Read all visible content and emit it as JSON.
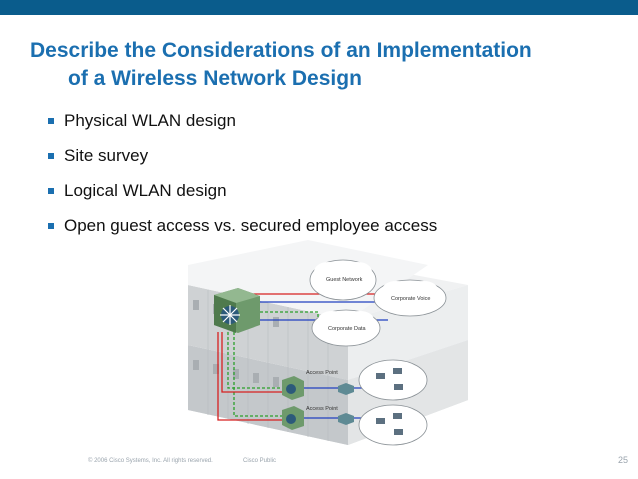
{
  "slide": {
    "title_line1": "Describe the Considerations of an Implementation",
    "title_line2": "of a Wireless Network Design",
    "bullets": [
      "Physical WLAN design",
      "Site survey",
      "Logical WLAN design",
      "Open guest access vs. secured employee access"
    ],
    "colors": {
      "title": "#1b6fb0",
      "topbar": "#0a5c8c",
      "bullet": "#1b6fb0"
    }
  },
  "diagram": {
    "guest_network": "Guest Network",
    "corporate_voice": "Corporate Voice",
    "corporate_data": "Corporate Data",
    "access_point_1": "Access Point",
    "access_point_2": "Access Point"
  },
  "footer": {
    "copyright": "© 2006 Cisco Systems, Inc. All rights reserved.",
    "classification": "Cisco Public",
    "page_number": "25"
  }
}
